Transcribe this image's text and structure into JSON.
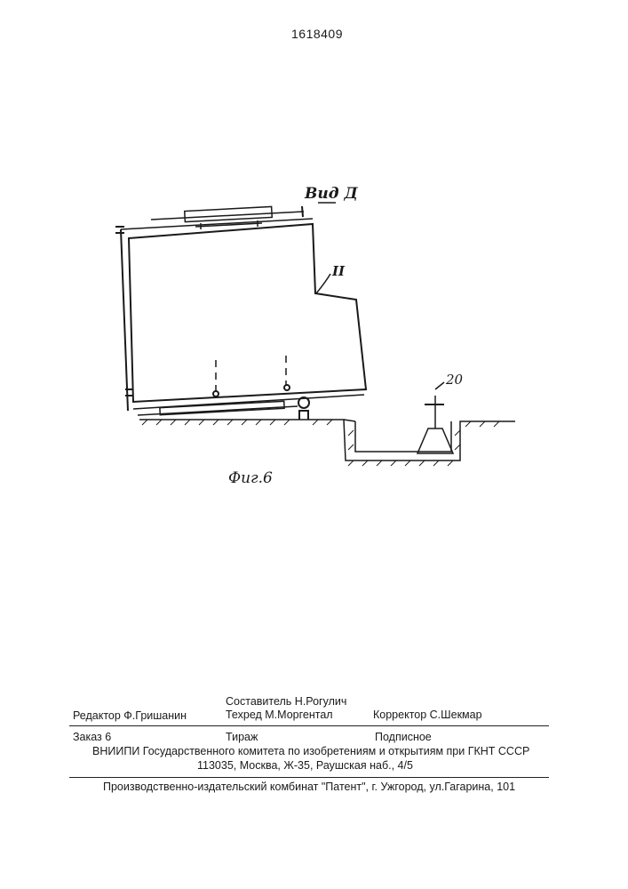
{
  "header": {
    "patent_number": "1618409"
  },
  "figure": {
    "view_label": "Вид Д",
    "part_label": "II",
    "ref_label": "20",
    "caption": "Фиг.6"
  },
  "imprint": {
    "compiler": "Составитель  Н.Рогулич",
    "editor": "Редактор  Ф.Гришанин",
    "techred": "Техред М.Моргентал",
    "corrector": "Корректор  С.Шекмар",
    "order": "Заказ  6",
    "circulation": "Тираж",
    "subscription": "Подписное",
    "institute": "ВНИИПИ Государственного комитета по изобретениям и открытиям при ГКНТ СССР",
    "address": "113035, Москва, Ж-35, Раушская наб., 4/5",
    "publisher": "Производственно-издательский комбинат \"Патент\", г. Ужгород, ул.Гагарина, 101"
  }
}
